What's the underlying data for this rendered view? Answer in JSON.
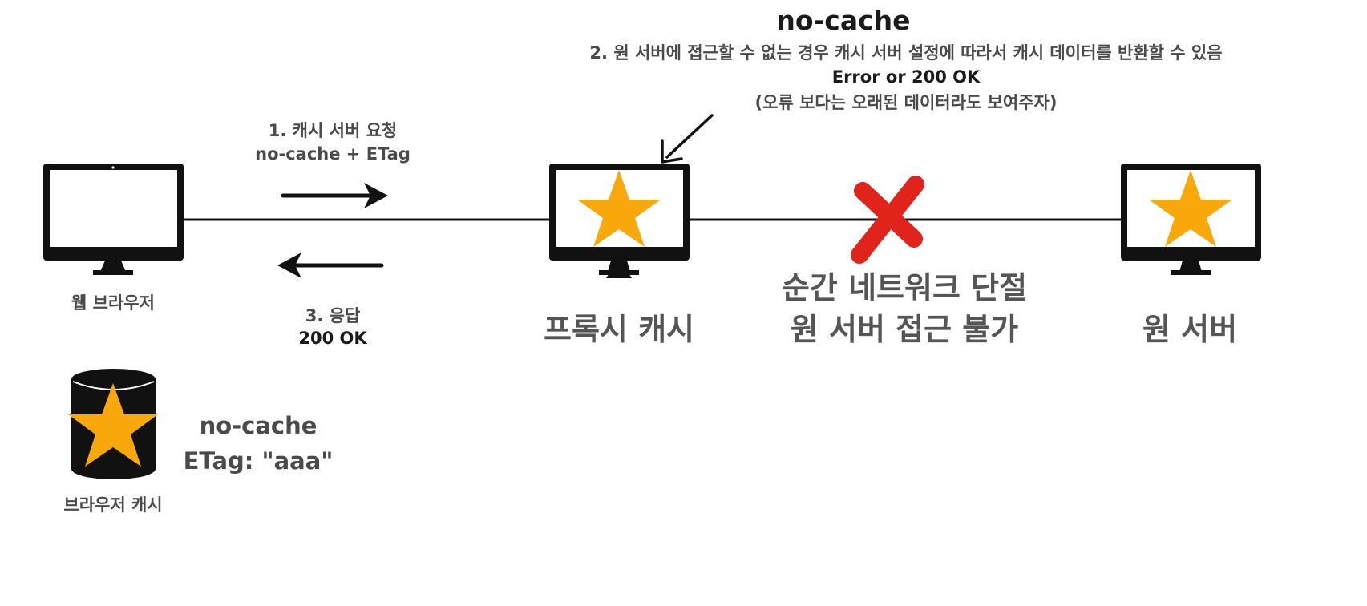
{
  "header": {
    "title": "no-cache",
    "note_line1": "2. 원 서버에 접근할 수 없는 경우 캐시 서버 설정에 따라서 캐시 데이터를 반환할 수 있음",
    "note_line2": "Error or 200 OK",
    "note_line3": "(오류 보다는 오래된 데이터라도 보여주자)"
  },
  "request": {
    "line1": "1. 캐시 서버 요청",
    "line2": "no-cache + ETag"
  },
  "response": {
    "line1": "3. 응답",
    "line2": "200 OK"
  },
  "nodes": {
    "browser": "웹 브라우저",
    "proxy": "프록시 캐시",
    "origin": "원 서버"
  },
  "disconnect": {
    "line1": "순간 네트워크 단절",
    "line2": "원 서버 접근 불가"
  },
  "browser_cache": {
    "label": "브라우저 캐시",
    "line1": "no-cache",
    "line2": "ETag: \"aaa\""
  },
  "colors": {
    "star": "#F9A80B",
    "cross": "#E0241B",
    "ink": "#111111",
    "text_gray": "#4a4a4a"
  }
}
